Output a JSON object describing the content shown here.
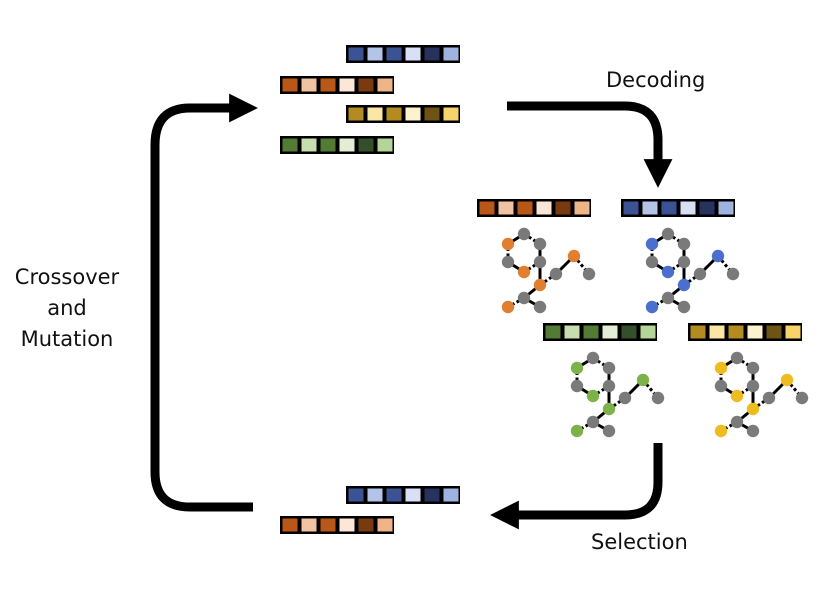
{
  "labels": {
    "decoding": "Decoding",
    "selection": "Selection",
    "crossover_and_mutation": [
      "Crossover",
      "and",
      "Mutation"
    ]
  },
  "palettes": {
    "blue": [
      "#3b5394",
      "#b4c3e8",
      "#3b5394",
      "#d9e0f5",
      "#26335e",
      "#9fb3e1"
    ],
    "orange": [
      "#b85718",
      "#f2c3a2",
      "#b85718",
      "#fbe6d8",
      "#7a3a10",
      "#eeb688"
    ],
    "gold": [
      "#b38b20",
      "#fbe6a3",
      "#b38b20",
      "#fdf2d0",
      "#6e5414",
      "#f6d36b"
    ],
    "green": [
      "#547b34",
      "#c9deb0",
      "#547b34",
      "#e3efd4",
      "#34502a",
      "#b4d597"
    ]
  },
  "node_colors": {
    "grey": "#7a7a7a",
    "orange": "#e07f30",
    "blue": "#4a6fcf",
    "green": "#7db24a",
    "gold": "#efbc1f"
  },
  "population": [
    "blue",
    "orange",
    "gold",
    "green"
  ],
  "decoded": [
    "orange",
    "blue",
    "green",
    "gold"
  ],
  "selected": [
    "blue",
    "orange"
  ]
}
